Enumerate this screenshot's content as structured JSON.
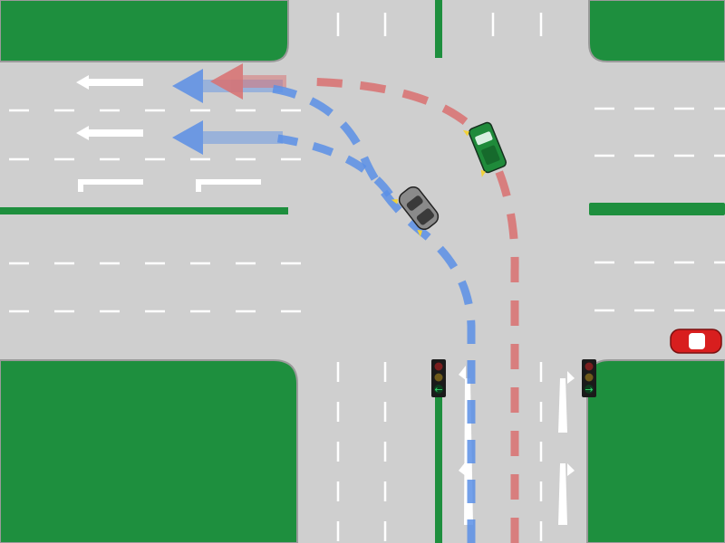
{
  "scene": {
    "type": "traffic-intersection-diagram",
    "colors": {
      "road": "#cfcfcf",
      "grass": "#1e8f3e",
      "curb": "#9a9a9a",
      "lane_marking": "#ffffff",
      "path_blue": "#5b8fe6",
      "path_red": "#d97070",
      "signal_green": "#31d36b",
      "signal_body": "#1a1a1a"
    },
    "vehicles": [
      {
        "name": "grey-car",
        "color": "#8a8a8a",
        "role": "turning-left",
        "indicator": "left"
      },
      {
        "name": "green-car",
        "color": "#1f8a3a",
        "role": "turning-left",
        "indicator": "left"
      },
      {
        "name": "red-car",
        "color": "#d81e1e",
        "role": "waiting"
      }
    ],
    "traffic_lights": [
      {
        "name": "signal-left",
        "lights": [
          "red",
          "amber",
          "green-left-arrow"
        ],
        "active": "green-left-arrow"
      },
      {
        "name": "signal-right",
        "lights": [
          "red",
          "amber",
          "green-right-arrow"
        ],
        "active": "green-right-arrow"
      }
    ],
    "paths": [
      {
        "name": "blue-path",
        "color": "#5b8fe6",
        "from": "south-inner-left-lane",
        "to": "west-inner-lane"
      },
      {
        "name": "red-path",
        "color": "#d97070",
        "from": "south-second-left-lane",
        "to": "west-outer-lane"
      }
    ],
    "icons": [
      "straight-arrow-icon",
      "turn-left-arrow-icon",
      "turn-right-arrow-icon",
      "traffic-light-icon",
      "car-icon"
    ]
  }
}
